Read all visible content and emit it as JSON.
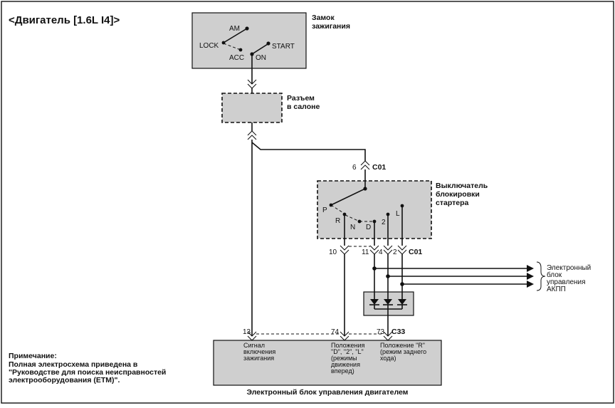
{
  "title": "<Двигатель [1.6L I4]>",
  "ignition": {
    "label_line1": "Замок",
    "label_line2": "зажигания",
    "positions": {
      "am": "AM",
      "lock": "LOCK",
      "acc": "ACC",
      "on": "ON",
      "start": "START"
    }
  },
  "cabin_connector": {
    "label_line1": "Разъем",
    "label_line2": "в салоне"
  },
  "inhibitor": {
    "label_line1": "Выключатель",
    "label_line2": "блокировки",
    "label_line3": "стартера",
    "positions": {
      "p": "P",
      "r": "R",
      "n": "N",
      "d": "D",
      "two": "2",
      "l": "L"
    }
  },
  "connectors": {
    "c01_top": {
      "pin": "6",
      "name": "C01"
    },
    "c01_bottom": {
      "pins": [
        "10",
        "11",
        "4",
        "2"
      ],
      "name": "C01"
    },
    "c33": {
      "pins": [
        "13",
        "74",
        "73"
      ],
      "name": "C33"
    }
  },
  "tcm": {
    "line1": "Электронный",
    "line2": "блок",
    "line3": "управления",
    "line4": "АКПП"
  },
  "ecm": {
    "title": "Электронный блок управления двигателем",
    "sig1": [
      "Сигнал",
      "включения",
      "зажигания"
    ],
    "sig2": [
      "Положения",
      "\"D\", \"2\", \"L\"",
      "(режимы",
      "движения",
      "вперед)"
    ],
    "sig3": [
      "Положение \"R\"",
      "(режим заднего",
      "хода)"
    ]
  },
  "note": {
    "heading": "Примечание:",
    "line1": "Полная электросхема приведена в",
    "line2": "\"Руководстве для поиска неисправностей",
    "line3": "электрооборудования (ETM)\"."
  }
}
